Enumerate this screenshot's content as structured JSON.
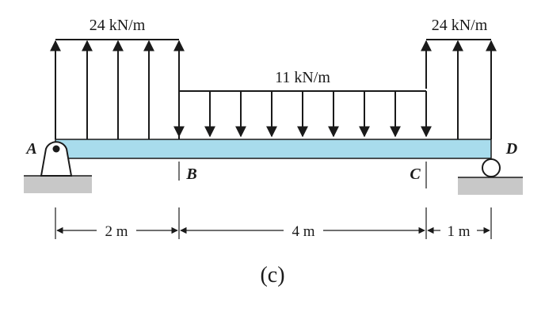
{
  "loads": {
    "left": "24 kN/m",
    "middle": "11 kN/m",
    "right": "24 kN/m"
  },
  "points": {
    "a": "A",
    "b": "B",
    "c": "C",
    "d": "D"
  },
  "dimensions": {
    "ab": "2 m",
    "bc": "4 m",
    "cd": "1 m"
  },
  "caption": "(c)",
  "colors": {
    "beam_fill": "#a8dcec",
    "line": "#1a1a1a",
    "ground": "#c8c8c8"
  }
}
